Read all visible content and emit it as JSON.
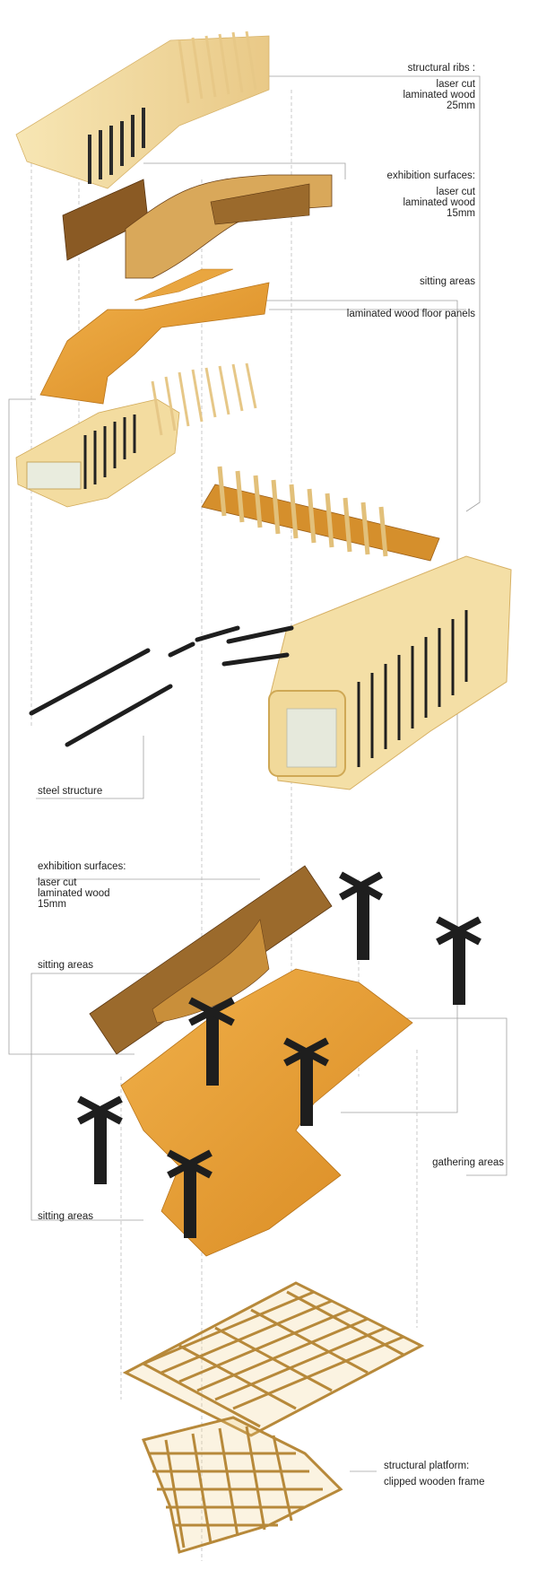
{
  "labels": {
    "structural_ribs": {
      "title": "structural ribs :",
      "lines": [
        "laser cut",
        "laminated wood",
        "25mm"
      ]
    },
    "exhibition_surfaces_top": {
      "title": "exhibition surfaces:",
      "lines": [
        "laser cut",
        "laminated wood",
        "15mm"
      ]
    },
    "sitting_areas_top": "sitting areas",
    "floor_panels": "laminated wood floor panels",
    "steel_structure": "steel structure",
    "exhibition_surfaces_mid": {
      "title": "exhibition surfaces:",
      "lines": [
        "laser cut",
        "laminated wood",
        "15mm"
      ]
    },
    "sitting_areas_mid": "sitting areas",
    "gathering_areas": "gathering areas",
    "sitting_areas_low": "sitting areas",
    "structural_platform": {
      "title": "structural platform:",
      "lines": [
        "clipped wooden frame"
      ]
    }
  },
  "colors": {
    "wood_light": "#f3dca0",
    "wood_mid": "#e8b652",
    "wood_floor": "#e59a2c",
    "wood_dark": "#7a4a18",
    "steel": "#1e1e1e",
    "leader": "#9a9a9a",
    "glass": "#e9ecde"
  }
}
